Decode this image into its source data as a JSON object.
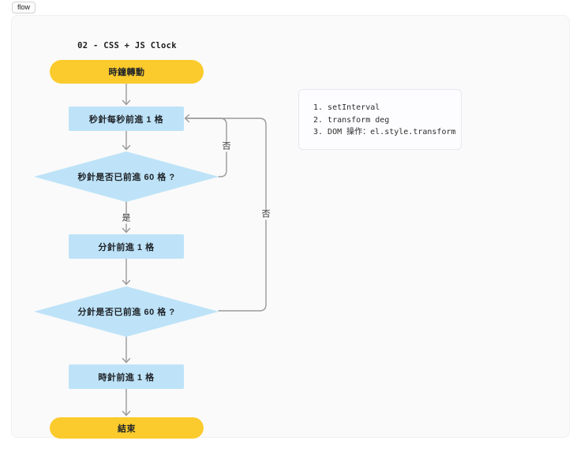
{
  "tab": {
    "label": "flow"
  },
  "diagram": {
    "title": "02 - CSS + JS Clock",
    "nodes": [
      {
        "id": "start",
        "type": "terminal",
        "label": "時鐘轉動"
      },
      {
        "id": "sec-step",
        "type": "process",
        "label": "秒針每秒前進 1 格"
      },
      {
        "id": "sec-decision",
        "type": "decision",
        "label": "秒針是否已前進 60 格 ?"
      },
      {
        "id": "min-step",
        "type": "process",
        "label": "分針前進 1 格"
      },
      {
        "id": "min-decision",
        "type": "decision",
        "label": "分針是否已前進 60 格 ?"
      },
      {
        "id": "hour-step",
        "type": "process",
        "label": "時針前進 1 格"
      },
      {
        "id": "end",
        "type": "terminal",
        "label": "結束"
      }
    ],
    "edge_labels": {
      "yes": "是",
      "no_seconds": "否",
      "no_minutes": "否"
    },
    "colors": {
      "terminal_fill": "#fbcb2d",
      "node_fill": "#bee3f8",
      "edge_line": "#9a9a9a",
      "panel_background": "#fafafa"
    }
  },
  "note": {
    "lines": [
      "1. setInterval",
      "2. transform deg",
      "3. DOM 操作：el.style.transform"
    ]
  }
}
